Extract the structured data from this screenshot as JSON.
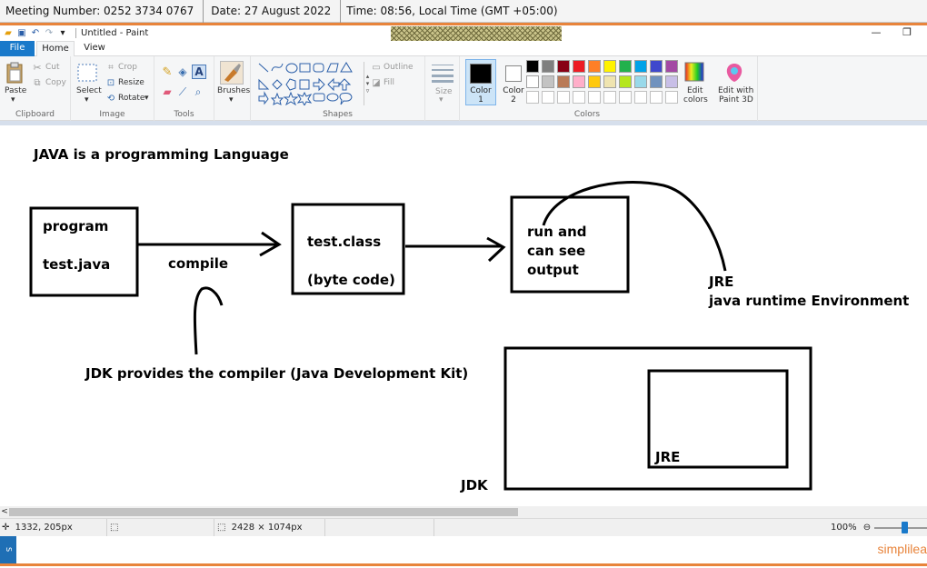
{
  "meeting": {
    "number": "Meeting Number: 0252 3734 0767",
    "date": "Date: 27 August 2022",
    "time": "Time: 08:56, Local Time (GMT +05:00)"
  },
  "window": {
    "title": "Untitled - Paint"
  },
  "tabs": {
    "file": "File",
    "home": "Home",
    "view": "View"
  },
  "ribbon": {
    "clipboard": {
      "paste": "Paste",
      "cut": "Cut",
      "copy": "Copy",
      "label": "Clipboard"
    },
    "image": {
      "select": "Select",
      "crop": "Crop",
      "resize": "Resize",
      "rotate": "Rotate",
      "label": "Image"
    },
    "tools": {
      "label": "Tools"
    },
    "brushes": {
      "label": "Brushes"
    },
    "shapes": {
      "outline": "Outline",
      "fill": "Fill",
      "label": "Shapes"
    },
    "size": {
      "label": "Size"
    },
    "colors": {
      "color1_line1": "Color",
      "color1_line2": "1",
      "color2_line1": "Color",
      "color2_line2": "2",
      "edit_line1": "Edit",
      "edit_line2": "colors",
      "paint3d_line1": "Edit with",
      "paint3d_line2": "Paint 3D",
      "label": "Colors",
      "color1": "#000000",
      "color2": "#ffffff",
      "palette_row1": [
        "#000000",
        "#7f7f7f",
        "#880015",
        "#ed1c24",
        "#ff7f27",
        "#fff200",
        "#22b14c",
        "#00a2e8",
        "#3f48cc",
        "#a349a4"
      ],
      "palette_row2": [
        "#ffffff",
        "#c3c3c3",
        "#b97a57",
        "#ffaec9",
        "#ffc90e",
        "#efe4b0",
        "#b5e61d",
        "#99d9ea",
        "#7092be",
        "#c8bfe7"
      ]
    }
  },
  "canvas": {
    "heading": "JAVA is a programming Language",
    "program": "program",
    "test_java": "test.java",
    "compile": "compile",
    "test_class": "test.class",
    "byte_code": "(byte code)",
    "run_line1": "run and",
    "run_line2": "can see",
    "run_line3": "output",
    "jre_title": "JRE",
    "jre_full": "java runtime Environment",
    "jdk_note": "JDK provides the compiler (Java Development Kit)",
    "jre_inner": "JRE",
    "jdk_outer": "JDK"
  },
  "status": {
    "cursor": "1332, 205px",
    "size": "2428 × 1074px",
    "zoom": "100%"
  },
  "footer": {
    "brand": "simplilea"
  }
}
